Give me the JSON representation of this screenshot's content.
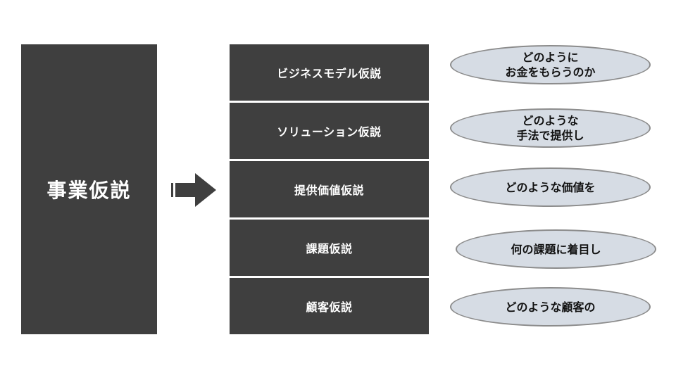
{
  "main": {
    "label": "事業仮説"
  },
  "hypotheses": [
    {
      "label": "ビジネスモデル仮説",
      "question_lines": [
        "どのように",
        "お金をもらうのか"
      ]
    },
    {
      "label": "ソリューション仮説",
      "question_lines": [
        "どのような",
        "手法で提供し"
      ]
    },
    {
      "label": "提供価値仮説",
      "question_lines": [
        "どのような価値を"
      ]
    },
    {
      "label": "課題仮説",
      "question_lines": [
        "何の課題に着目し"
      ]
    },
    {
      "label": "顧客仮説",
      "question_lines": [
        "どのような顧客の"
      ]
    }
  ],
  "colors": {
    "box_fill": "#3f3f3f",
    "ellipse_fill": "#d6dce4",
    "ellipse_stroke": "#8c8c8c"
  },
  "icons": {
    "arrow": "right-arrow-icon"
  }
}
